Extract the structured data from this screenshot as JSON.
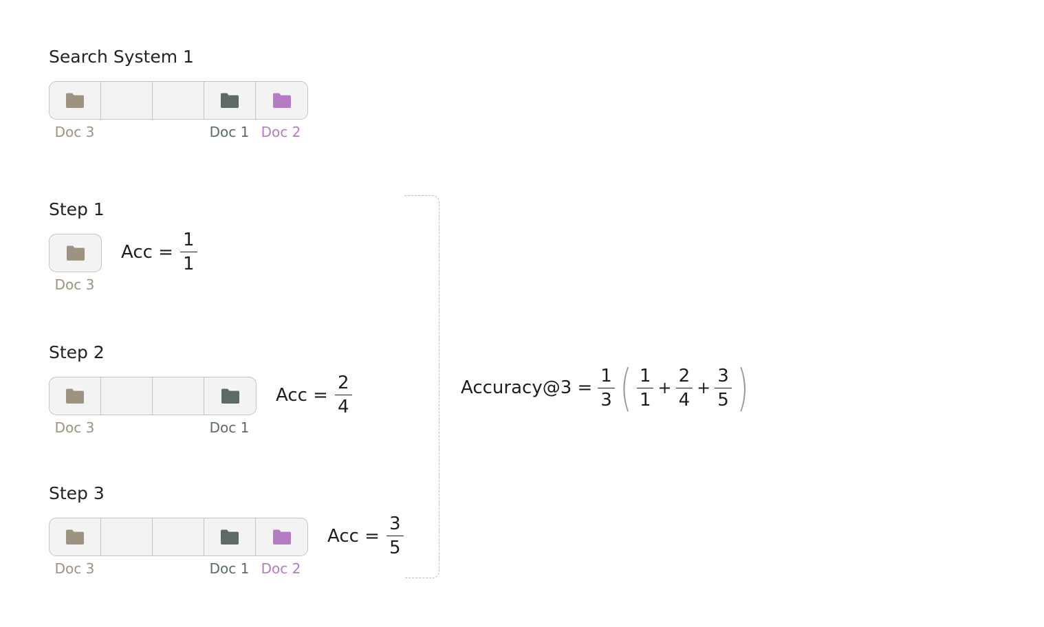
{
  "colors": {
    "doc3": "#9e9280",
    "doc1": "#5c6b63",
    "doc2": "#b47cc3",
    "cell_border": "#c4c4c4",
    "cell_bg": "#f3f3f3",
    "bracket": "#bdbdbd"
  },
  "icons": {
    "doc3": "folder-icon",
    "doc1": "folder-icon",
    "doc2": "folder-icon"
  },
  "search_system": {
    "title": "Search System 1",
    "labels": {
      "doc3": "Doc 3",
      "doc1": "Doc 1",
      "doc2": "Doc 2"
    }
  },
  "steps": [
    {
      "title": "Step 1",
      "acc_text": "Acc =",
      "num": "1",
      "den": "1",
      "labels": {
        "doc3": "Doc 3"
      }
    },
    {
      "title": "Step 2",
      "acc_text": "Acc =",
      "num": "2",
      "den": "4",
      "labels": {
        "doc3": "Doc 3",
        "doc1": "Doc 1"
      }
    },
    {
      "title": "Step 3",
      "acc_text": "Acc =",
      "num": "3",
      "den": "5",
      "labels": {
        "doc3": "Doc 3",
        "doc1": "Doc 1",
        "doc2": "Doc 2"
      }
    }
  ],
  "formula": {
    "lhs": "Accuracy@3 =",
    "outer_num": "1",
    "outer_den": "3",
    "open_paren": "(",
    "close_paren": ")",
    "plus": "+",
    "terms": [
      {
        "num": "1",
        "den": "1"
      },
      {
        "num": "2",
        "den": "4"
      },
      {
        "num": "3",
        "den": "5"
      }
    ]
  }
}
